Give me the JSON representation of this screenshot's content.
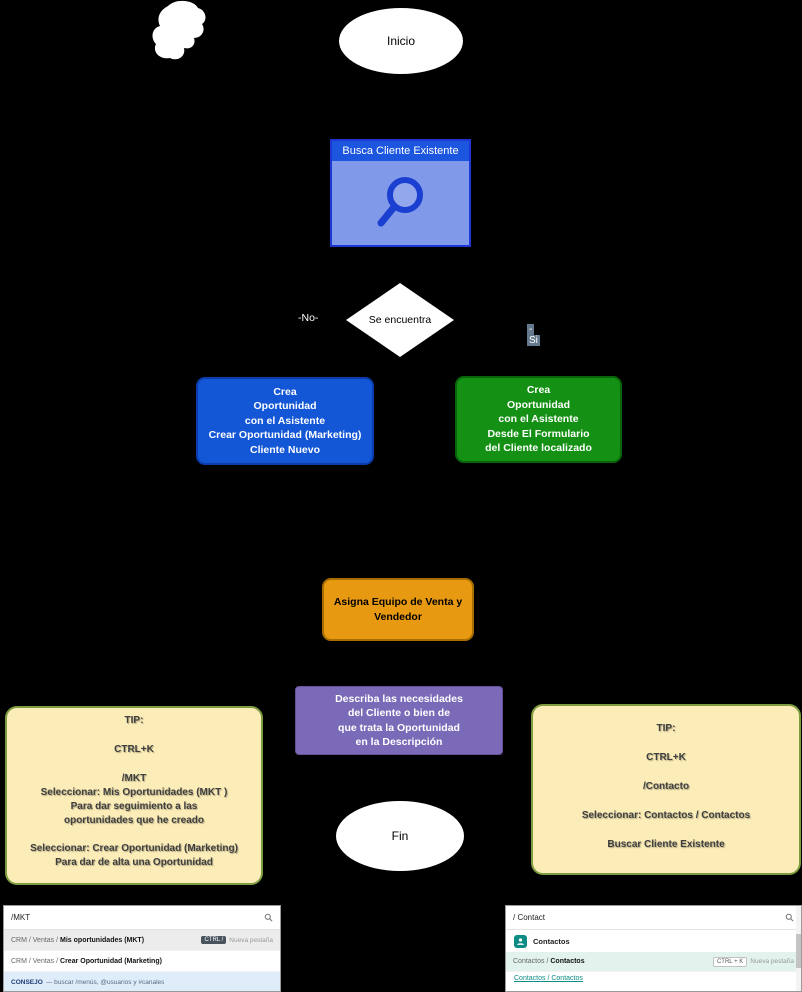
{
  "colors": {
    "background": "#000000",
    "new_client_box": "#1356d6",
    "found_client_box": "#149114",
    "assign_box": "#e89912",
    "describe_box": "#7b6ab8",
    "note_fill": "#fcedb8",
    "note_border": "#7d9c3f",
    "search_header": "#1c55de",
    "search_body": "#8099e9",
    "magnifier_blue": "#1b3fd0",
    "contacts_teal": "#0d8c86"
  },
  "icons": {
    "top_left_shape": "hand-cursor-blob",
    "search_step_icon": "magnifier",
    "palette_search_icon": "magnifier",
    "contacts_app_icon": "person"
  },
  "flow": {
    "start_label": "Inicio",
    "end_label": "Fin",
    "search_step": {
      "title": "Busca Cliente Existente"
    },
    "decision": {
      "label": "Se encuentra",
      "no_label": "-No-",
      "yes_lines": [
        "-",
        "Si"
      ]
    },
    "new_client_box": {
      "lines": [
        "Crea",
        "Oportunidad",
        "con el Asistente",
        "Crear Oportunidad (Marketing)",
        "Cliente Nuevo"
      ]
    },
    "found_client_box": {
      "lines": [
        "Crea",
        "Oportunidad",
        "con el Asistente",
        "Desde El Formulario",
        "del Cliente localizado"
      ]
    },
    "assign_box": {
      "lines": [
        "Asigna Equipo de Venta y",
        "Vendedor"
      ]
    },
    "describe_box": {
      "lines": [
        "Describa las necesidades",
        "del Cliente o bien de",
        "que trata la Oportunidad",
        "en la Descripción"
      ]
    }
  },
  "tips": {
    "left": {
      "lines": [
        "TIP:",
        "CTRL+K",
        "/MKT",
        "Seleccionar: Mis Oportunidades (MKT )",
        "Para dar seguimiento a las",
        "oportunidades que he creado",
        "Seleccionar: Crear Oportunidad (Marketing)",
        "Para dar de alta una Oportunidad"
      ]
    },
    "right": {
      "lines": [
        "TIP:",
        "CTRL+K",
        "/Contacto",
        "Seleccionar: Contactos / Contactos",
        "Buscar Cliente Existente"
      ]
    }
  },
  "screens": {
    "left": {
      "query": "/MKT",
      "rows": [
        {
          "prefix": "CRM / Ventas / ",
          "name": "Mis oportunidades (MKT)",
          "badge": "CTRL /",
          "hint": "Nueva pestaña"
        },
        {
          "prefix": "CRM / Ventas / ",
          "name": "Crear Oportunidad (Marketing)"
        }
      ],
      "tip": {
        "label": "CONSEJO",
        "text": "— buscar /menús, @usuarios y #canales"
      }
    },
    "right": {
      "query": "/ Contact",
      "section_label": "Contactos",
      "rows": [
        {
          "prefix": "Contactos / ",
          "name": "Contactos",
          "badge": "CTRL + K",
          "hint": "Nueva pestaña"
        }
      ],
      "partial_row": "Contactos / Contactos"
    }
  }
}
